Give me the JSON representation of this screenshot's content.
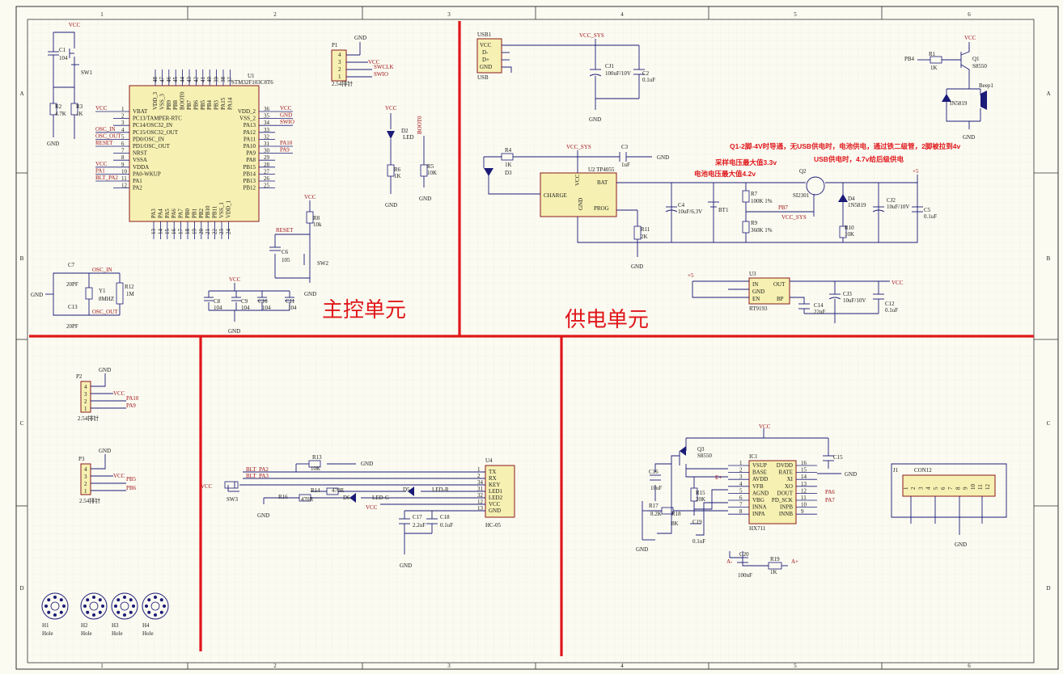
{
  "columns": [
    "1",
    "2",
    "3",
    "4",
    "5",
    "6"
  ],
  "rows": [
    "A",
    "B",
    "C",
    "D"
  ],
  "sections": {
    "main": "主控单元",
    "power": "供电单元"
  },
  "notes": {
    "line1": "Q1-2脚-4V时导通，无USB供电时，电池供电，通过铁二级管，2脚被拉到4v",
    "line2": "USB供电时，4.7v给后级供电",
    "line3": "采样电压最大值3.3v",
    "line4": "电池电压最大值4.2v"
  },
  "u1": {
    "ref": "U1",
    "part": "STM32F103C8T6",
    "left_pins": [
      "VBAT",
      "PC13/TAMPER-RTC",
      "PC14/OSC32_IN",
      "PC15/OSC32_OUT",
      "PD0/OSC_IN",
      "PD1/OSC_OUT",
      "NRST",
      "VSSA",
      "VDDA",
      "PA0-WKUP",
      "PA1",
      "PA2"
    ],
    "left_nums": [
      "1",
      "2",
      "3",
      "4",
      "5",
      "6",
      "7",
      "8",
      "9",
      "10",
      "11",
      "12"
    ],
    "right_pins": [
      "VDD_2",
      "VSS_2",
      "PA13",
      "PA12",
      "PA11",
      "PA10",
      "PA9",
      "PA8",
      "PB15",
      "PB14",
      "PB13",
      "PB12"
    ],
    "right_nums": [
      "36",
      "35",
      "34",
      "33",
      "32",
      "31",
      "30",
      "29",
      "28",
      "27",
      "26",
      "25"
    ],
    "top_pins": [
      "VDD_3",
      "VSS_3",
      "PB9",
      "PB8",
      "BOOT0",
      "PB7",
      "PB6",
      "PB5",
      "PB4",
      "PB3",
      "PA15",
      "PA14"
    ],
    "top_nums": [
      "48",
      "47",
      "46",
      "45",
      "44",
      "43",
      "42",
      "41",
      "40",
      "39",
      "38",
      "37"
    ],
    "bottom_pins": [
      "PA3",
      "PA4",
      "PA5",
      "PA6",
      "PA7",
      "PB0",
      "PB1",
      "PB2",
      "PB10",
      "PB11",
      "VSS_1",
      "VDD_1"
    ],
    "bottom_nums": [
      "13",
      "14",
      "15",
      "16",
      "17",
      "18",
      "19",
      "20",
      "21",
      "22",
      "23",
      "24"
    ],
    "left_nets": [
      "VCC",
      "",
      "",
      "OSC_IN",
      "OSC_OUT",
      "RESET",
      "",
      "",
      "VCC",
      "PA1",
      "BLT_PA2"
    ],
    "right_nets": [
      "VCC",
      "GND",
      "SWIO",
      "",
      "",
      "PA10",
      "PA9"
    ]
  },
  "parts": {
    "sw1": "SW1",
    "c1": "C1",
    "c1v": "104",
    "r2": "R2",
    "r2v": "4.7K",
    "r3": "R3",
    "r3v": "1K",
    "p1": "P1",
    "p1v": "2.54排针",
    "p1_nets": [
      "GND",
      "VCC",
      "SWCLK",
      "SWIO"
    ],
    "d2": "D2",
    "d2v": "LED",
    "r6": "R6",
    "r6v": "1K",
    "r5": "R5",
    "r5v": "10K",
    "boot0": "BOOT0",
    "r8": "R8",
    "r8v": "10k",
    "c6": "C6",
    "c6v": "105",
    "sw2": "SW2",
    "reset": "RESET",
    "c7": "C7",
    "c7v": "20PF",
    "c13": "C13",
    "c13v": "20PF",
    "y1": "Y1",
    "y1v": "8MHZ",
    "r12": "R12",
    "r12v": "1M",
    "osc_in": "OSC_IN",
    "osc_out": "OSC_OUT",
    "c8": "C8",
    "c9": "C9",
    "c10": "C10",
    "c11": "C11",
    "cv": "104",
    "usb1": "USB1",
    "usb_pins": [
      "VCC",
      "D-",
      "D+",
      "GND"
    ],
    "usb": "USB",
    "vcc_sys": "VCC_SYS",
    "cj1": "CJ1",
    "cj1v": "100uF/10V",
    "c2": "C2",
    "c2v": "0.1uF",
    "q1": "Q1",
    "q1v": "S8550",
    "pb4": "PB4",
    "r1": "R1",
    "r1v": "1K",
    "beep": "Beep1",
    "d1v": "IN5819",
    "r4": "R4",
    "r4v": "1K",
    "d3": "D3",
    "u2": "U2 TP4055",
    "c3": "C3",
    "c3v": "1uF",
    "charge": "CHARGE",
    "bat": "BAT",
    "prog": "PROG",
    "vcc": "VCC",
    "gnd": "GND",
    "c4": "C4",
    "c4v": "10uF/6.3V",
    "bt1": "BT1",
    "r7": "R7",
    "r7v": "100K 1%",
    "r9": "R9",
    "r9v": "360K 1%",
    "r11": "R11",
    "r11v": "2K",
    "q2": "Q2",
    "q2v": "SI2301",
    "d4": "D4",
    "d4v": "1N5819",
    "r10": "R10",
    "r10v": "10K",
    "cj2": "CJ2",
    "cj2v": "10uF/10V",
    "c5": "C5",
    "c5v": "0.1uF",
    "pb7": "PB7",
    "plus5": "+5",
    "u3": "U3",
    "u3v": "RT9193",
    "u3_pins": [
      "IN",
      "GND",
      "EN",
      "OUT",
      "BP"
    ],
    "cj3": "CJ3",
    "cj3v": "10uF/10V",
    "c14": "C14",
    "c14v": "22nF",
    "c12": "C12",
    "c12v": "0.1uF",
    "p2": "P2",
    "p2v": "2.54排针",
    "p2_nets": [
      "GND",
      "VCC",
      "PA10",
      "PA9"
    ],
    "p3": "P3",
    "p3v": "2.54排针",
    "p3_nets": [
      "GND",
      "VCC",
      "PB5",
      "PB6"
    ],
    "u4": "U4",
    "u4v": "HC-05",
    "u4_pins": [
      "TX",
      "RX",
      "KEY",
      "LED1",
      "LED2",
      "VCC",
      "GND"
    ],
    "u4_nums": [
      "1",
      "2",
      "34",
      "31",
      "32",
      "12",
      "13"
    ],
    "r13": "R13",
    "r13v": "10K",
    "blt2": "BLT_PA2",
    "blt3": "BLT_PA3",
    "r14": "R14",
    "r14v": "470R",
    "r16": "R16",
    "r16v": "470R",
    "d5": "D5",
    "led_r": "LED-R",
    "d6": "D6",
    "led_g": "LED-G",
    "c17": "C17",
    "c17v": "2.2uF",
    "c18": "C18",
    "c18v": "0.1uF",
    "sw3": "SW3",
    "ic1": "IC1",
    "ic1v": "HX711",
    "ic1_left": [
      "VSUP",
      "BASE",
      "AVDD",
      "VFB",
      "AGND",
      "VBG",
      "INNA",
      "INPA"
    ],
    "ic1_right": [
      "DVDD",
      "RATE",
      "XI",
      "XO",
      "DOUT",
      "PD_SCK",
      "INPB",
      "INNB"
    ],
    "ic1_ln": [
      "1",
      "2",
      "3",
      "4",
      "5",
      "6",
      "7",
      "8"
    ],
    "ic1_rn": [
      "16",
      "15",
      "14",
      "13",
      "12",
      "11",
      "10",
      "9"
    ],
    "q3": "Q3",
    "q3v": "S8550",
    "eplus": "E+",
    "r15": "R15",
    "r15v": "20K",
    "c16": "C16",
    "c16v": "10uF",
    "r17": "R17",
    "r17v": "8.2K",
    "r18": "R18",
    "r18v": "8K",
    "c19": "C19",
    "c19v": "0.1uF",
    "c20": "C20",
    "c20v": "100nF",
    "r19": "R19",
    "r19v": "1K",
    "aminus": "A-",
    "aplus": "A+",
    "pa6": "PA6",
    "pa7": "PA7",
    "j1": "J1",
    "j1v": "CON12",
    "j1_pins": [
      "1",
      "2",
      "3",
      "4",
      "5",
      "6",
      "7",
      "8",
      "9",
      "10",
      "11",
      "12"
    ],
    "holes": [
      "H1",
      "H2",
      "H3",
      "H4"
    ],
    "hole": "Hole"
  }
}
